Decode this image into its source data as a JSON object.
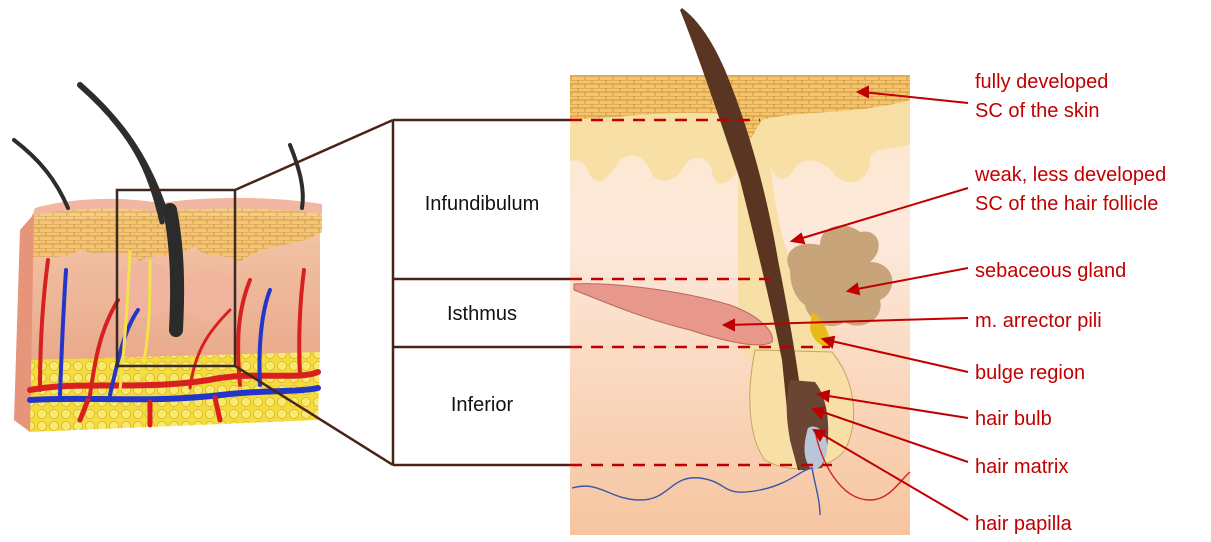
{
  "colors": {
    "label_text": "#111111",
    "callout_text": "#c00000",
    "frame": "#4a2417",
    "skin_beige": "#f7dfa6",
    "dermis_pink": "#f6c9b0",
    "hair": "#4a2a1e",
    "fat_yellow": "#f3d23a"
  },
  "regions": [
    {
      "id": "infundibulum",
      "label": "Infundibulum"
    },
    {
      "id": "isthmus",
      "label": "Isthmus"
    },
    {
      "id": "inferior",
      "label": "Inferior"
    }
  ],
  "callouts": [
    {
      "id": "sc-skin",
      "lines": [
        "fully developed",
        "SC of the skin"
      ]
    },
    {
      "id": "sc-follicle",
      "lines": [
        "weak, less developed",
        "SC of the hair follicle"
      ]
    },
    {
      "id": "sebaceous-gland",
      "lines": [
        "sebaceous gland"
      ]
    },
    {
      "id": "arrector-pili",
      "lines": [
        "m. arrector pili"
      ]
    },
    {
      "id": "bulge-region",
      "lines": [
        "bulge region"
      ]
    },
    {
      "id": "hair-bulb",
      "lines": [
        "hair bulb"
      ]
    },
    {
      "id": "hair-matrix",
      "lines": [
        "hair matrix"
      ]
    },
    {
      "id": "hair-papilla",
      "lines": [
        "hair papilla"
      ]
    }
  ]
}
